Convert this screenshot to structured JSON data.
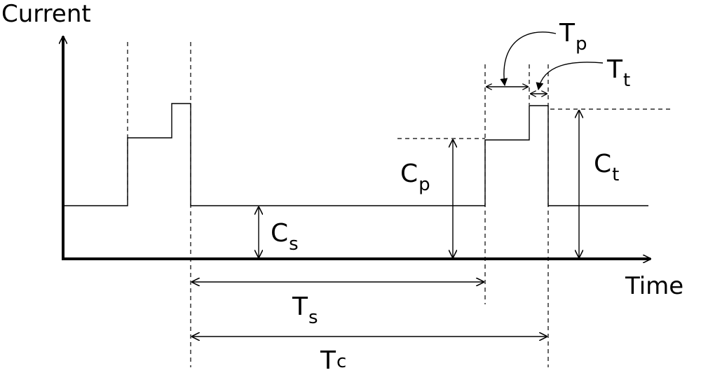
{
  "axes": {
    "y_label": "Current",
    "x_label": "Time"
  },
  "labels": {
    "tp_main": "T",
    "tp_sub": "p",
    "tt_main": "T",
    "tt_sub": "t",
    "cp_main": "C",
    "cp_sub": "p",
    "ct_main": "C",
    "ct_sub": "t",
    "cs_main": "C",
    "cs_sub": "s",
    "ts_main": "T",
    "ts_sub": "s",
    "tc_main": "T",
    "tc_sub": "c"
  },
  "colors": {
    "ink": "#000000",
    "background": "#ffffff"
  }
}
